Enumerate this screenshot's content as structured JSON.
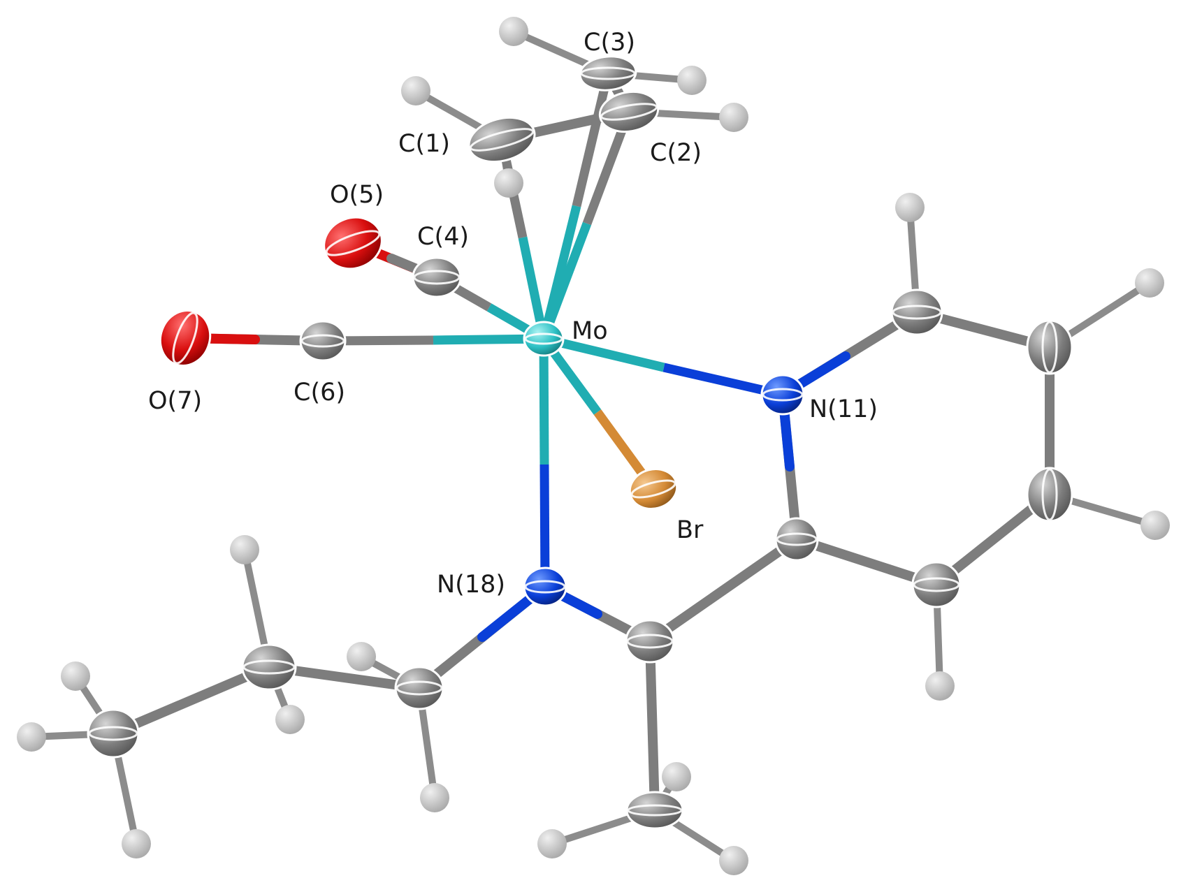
{
  "colors": {
    "carbon": "#8a8a8a",
    "hydrogen": "#c4c4c4",
    "oxygen": "#d90f0f",
    "nitrogen": "#0a3fd8",
    "molybdenum": "#2cc0c4",
    "bromine": "#d48a35",
    "bond_grey": "#7a7a7a",
    "bond_mo": "#20adb2"
  },
  "atoms": {
    "C1": {
      "element": "carbon",
      "label": "C(1)"
    },
    "C2": {
      "element": "carbon",
      "label": "C(2)"
    },
    "C3": {
      "element": "carbon",
      "label": "C(3)"
    },
    "C4": {
      "element": "carbon",
      "label": "C(4)"
    },
    "C6": {
      "element": "carbon",
      "label": "C(6)"
    },
    "O5": {
      "element": "oxygen",
      "label": "O(5)"
    },
    "O7": {
      "element": "oxygen",
      "label": "O(7)"
    },
    "Mo": {
      "element": "molybdenum",
      "label": "Mo"
    },
    "Br": {
      "element": "bromine",
      "label": "Br"
    },
    "N11": {
      "element": "nitrogen",
      "label": "N(11)"
    },
    "N18": {
      "element": "nitrogen",
      "label": "N(18)"
    }
  }
}
